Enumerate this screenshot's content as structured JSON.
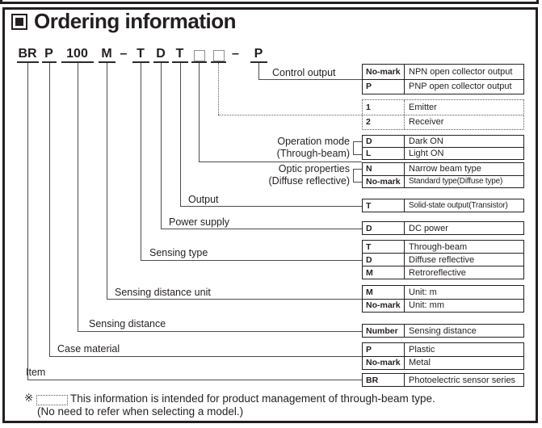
{
  "title": "Ordering information",
  "model_code": {
    "item": "BR",
    "case_material": "P",
    "sensing_distance": "100",
    "distance_unit": "M",
    "dash1": "–",
    "sensing_type": "T",
    "power_supply": "D",
    "output": "T",
    "dash2": "–",
    "control_output": "P"
  },
  "labels": {
    "control_output": "Control output",
    "operation_mode_line1": "Operation mode",
    "operation_mode_line2": "(Through-beam)",
    "optic_properties_line1": "Optic properties",
    "optic_properties_line2": "(Diffuse reflective)",
    "output": "Output",
    "power_supply": "Power supply",
    "sensing_type": "Sensing type",
    "sensing_distance_unit": "Sensing distance unit",
    "sensing_distance": "Sensing distance",
    "case_material": "Case material",
    "item": "Item"
  },
  "tables": {
    "control_output": {
      "rows": [
        {
          "code": "No-mark",
          "desc": "NPN open collector output"
        },
        {
          "code": "P",
          "desc": "PNP open collector output"
        }
      ]
    },
    "emitter_receiver": {
      "rows": [
        {
          "code": "1",
          "desc": "Emitter"
        },
        {
          "code": "2",
          "desc": "Receiver"
        }
      ]
    },
    "operation_mode": {
      "rows": [
        {
          "code": "D",
          "desc": "Dark ON"
        },
        {
          "code": "L",
          "desc": "Light ON"
        }
      ]
    },
    "optic_properties": {
      "rows": [
        {
          "code": "N",
          "desc": "Narrow beam type"
        },
        {
          "code": "No-mark",
          "desc": "Standard type(Diffuse type)"
        }
      ]
    },
    "output": {
      "rows": [
        {
          "code": "T",
          "desc": "Solid-state output(Transistor)"
        }
      ]
    },
    "power_supply": {
      "rows": [
        {
          "code": "D",
          "desc": "DC power"
        }
      ]
    },
    "sensing_type": {
      "rows": [
        {
          "code": "T",
          "desc": "Through-beam"
        },
        {
          "code": "D",
          "desc": "Diffuse reflective"
        },
        {
          "code": "M",
          "desc": "Retroreflective"
        }
      ]
    },
    "sensing_distance_unit": {
      "rows": [
        {
          "code": "M",
          "desc": "Unit: m"
        },
        {
          "code": "No-mark",
          "desc": "Unit: mm"
        }
      ]
    },
    "sensing_distance": {
      "rows": [
        {
          "code": "Number",
          "desc": "Sensing distance"
        }
      ]
    },
    "case_material": {
      "rows": [
        {
          "code": "P",
          "desc": "Plastic"
        },
        {
          "code": "No-mark",
          "desc": "Metal"
        }
      ]
    },
    "item": {
      "rows": [
        {
          "code": "BR",
          "desc": "Photoelectric sensor series"
        }
      ]
    }
  },
  "footnote": {
    "marker": "※",
    "line1": "This information is intended for product management of through-beam type.",
    "line2": "(No need to refer when selecting a model.)"
  },
  "colors": {
    "ink": "#231f20",
    "connector": "#4d4d4d",
    "placeholder_box": "#8f8f8f"
  }
}
